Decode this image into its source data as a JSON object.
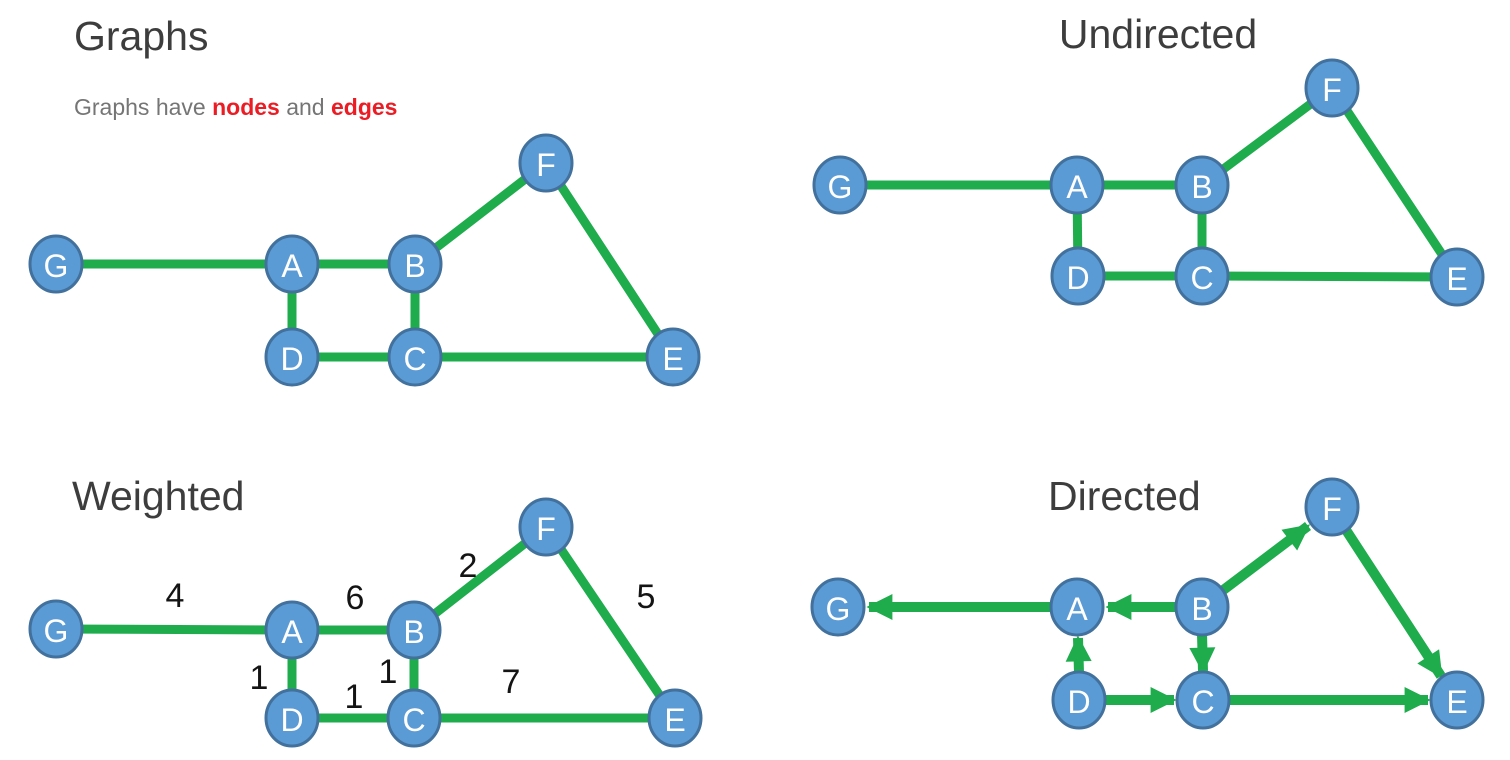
{
  "panels": {
    "graphs": {
      "title": "Graphs",
      "subtitle_part1": "Graphs have ",
      "subtitle_nodes": "nodes",
      "subtitle_and": " and ",
      "subtitle_edges": "edges"
    },
    "undirected": {
      "title": "Undirected"
    },
    "weighted": {
      "title": "Weighted"
    },
    "directed": {
      "title": "Directed"
    }
  },
  "nodes": {
    "G": "G",
    "A": "A",
    "B": "B",
    "C": "C",
    "D": "D",
    "E": "E",
    "F": "F"
  },
  "weights": {
    "G_A": "4",
    "A_B": "6",
    "B_F": "2",
    "F_E": "5",
    "A_D": "1",
    "D_C": "1",
    "B_C": "1",
    "C_E": "7"
  },
  "colors": {
    "edge_green": "#1eac4c",
    "node_fill": "#5b9bd5",
    "node_border": "#41719c",
    "title_gray": "#3d3d3d",
    "subtitle_gray": "#757575",
    "accent_red": "#ec1c24",
    "weight_black": "#141414"
  },
  "graph_structures": [
    {
      "name": "Graphs",
      "type": "undirected",
      "nodes": [
        "G",
        "A",
        "B",
        "C",
        "D",
        "E",
        "F"
      ],
      "edges": [
        [
          "G",
          "A"
        ],
        [
          "A",
          "B"
        ],
        [
          "A",
          "D"
        ],
        [
          "B",
          "C"
        ],
        [
          "D",
          "C"
        ],
        [
          "B",
          "F"
        ],
        [
          "F",
          "E"
        ],
        [
          "C",
          "E"
        ]
      ]
    },
    {
      "name": "Undirected",
      "type": "undirected",
      "nodes": [
        "G",
        "A",
        "B",
        "C",
        "D",
        "E",
        "F"
      ],
      "edges": [
        [
          "G",
          "A"
        ],
        [
          "A",
          "B"
        ],
        [
          "A",
          "D"
        ],
        [
          "B",
          "C"
        ],
        [
          "D",
          "C"
        ],
        [
          "B",
          "F"
        ],
        [
          "F",
          "E"
        ],
        [
          "C",
          "E"
        ]
      ]
    },
    {
      "name": "Weighted",
      "type": "weighted-undirected",
      "nodes": [
        "G",
        "A",
        "B",
        "C",
        "D",
        "E",
        "F"
      ],
      "edges": [
        [
          "G",
          "A",
          4
        ],
        [
          "A",
          "B",
          6
        ],
        [
          "A",
          "D",
          1
        ],
        [
          "B",
          "C",
          1
        ],
        [
          "D",
          "C",
          1
        ],
        [
          "B",
          "F",
          2
        ],
        [
          "F",
          "E",
          5
        ],
        [
          "C",
          "E",
          7
        ]
      ]
    },
    {
      "name": "Directed",
      "type": "directed",
      "nodes": [
        "G",
        "A",
        "B",
        "C",
        "D",
        "E",
        "F"
      ],
      "edges": [
        [
          "A",
          "G"
        ],
        [
          "B",
          "A"
        ],
        [
          "D",
          "A"
        ],
        [
          "B",
          "C"
        ],
        [
          "D",
          "C"
        ],
        [
          "B",
          "F"
        ],
        [
          "F",
          "E"
        ],
        [
          "C",
          "E"
        ]
      ]
    }
  ]
}
